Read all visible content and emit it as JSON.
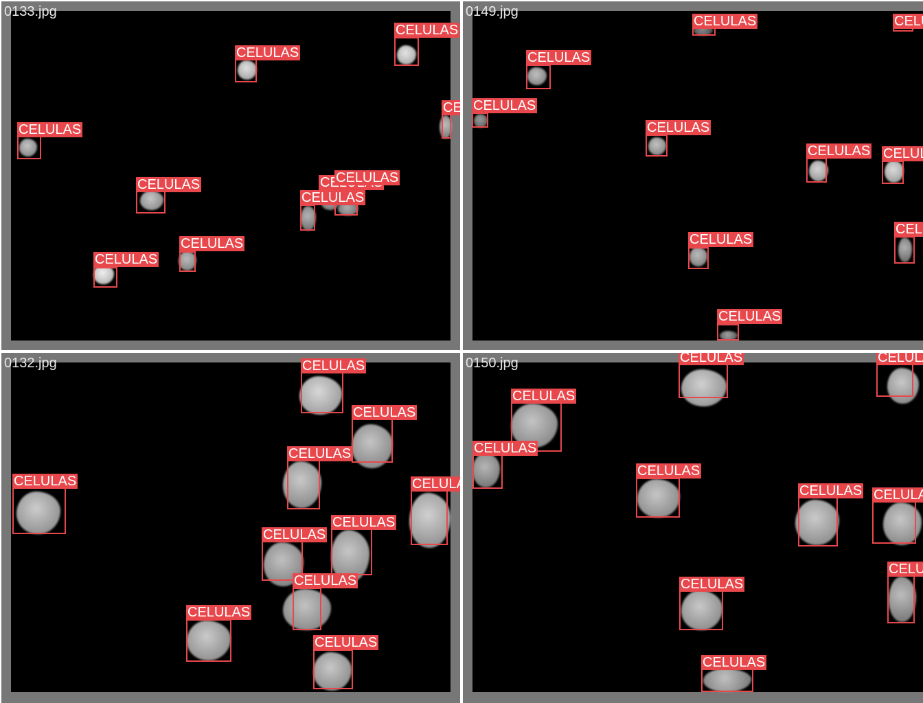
{
  "tiles": [
    {
      "filename": "0133.jpg"
    },
    {
      "filename": "0149.jpg"
    },
    {
      "filename": "0132.jpg"
    },
    {
      "filename": "0150.jpg"
    }
  ],
  "detection_label": "CELULAS",
  "colors": {
    "box": "#e8484c",
    "tile_border": "#777777",
    "image_background": "#000000",
    "cell": "#c8c8c8"
  }
}
